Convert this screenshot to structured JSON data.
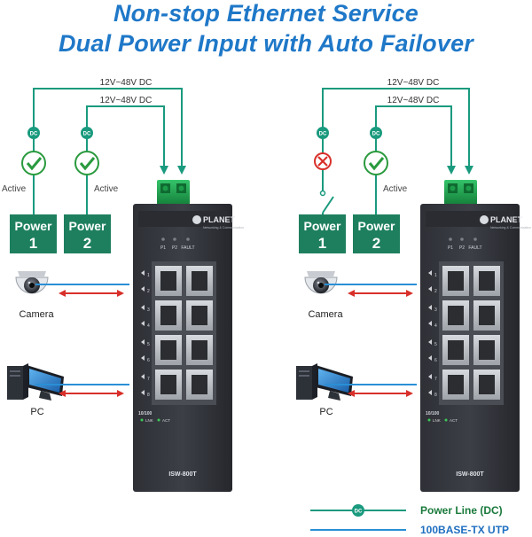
{
  "title_line1": "Non-stop Ethernet Service",
  "title_line2": "Dual Power Input with Auto Failover",
  "voltage_label": "12V~48V DC",
  "dc_badge": "DC",
  "status_active": "Active",
  "power_word": "Power",
  "power1_number": "1",
  "power2_number": "2",
  "brand": "PLANET",
  "brand_tagline": "Networking & Communication",
  "led_labels": [
    "P1",
    "P2",
    "FAULT"
  ],
  "port_numbers": [
    "1",
    "2",
    "3",
    "4",
    "5",
    "6",
    "7",
    "8"
  ],
  "speed_label": "10/100",
  "link_label": "LNK",
  "act_label": "ACT",
  "model": "ISW-800T",
  "device_camera": "Camera",
  "device_pc": "PC",
  "legend": {
    "power_line": "Power Line (DC)",
    "utp": "100BASE-TX UTP"
  },
  "colors": {
    "title": "#1f78c8",
    "power_line": "#1a9a7e",
    "utp_line": "#2a8fd6",
    "power_box": "#1e7f5f",
    "arrow": "#d8302a",
    "legend_power": "#1a7a3c",
    "legend_utp": "#1f6fc0"
  }
}
